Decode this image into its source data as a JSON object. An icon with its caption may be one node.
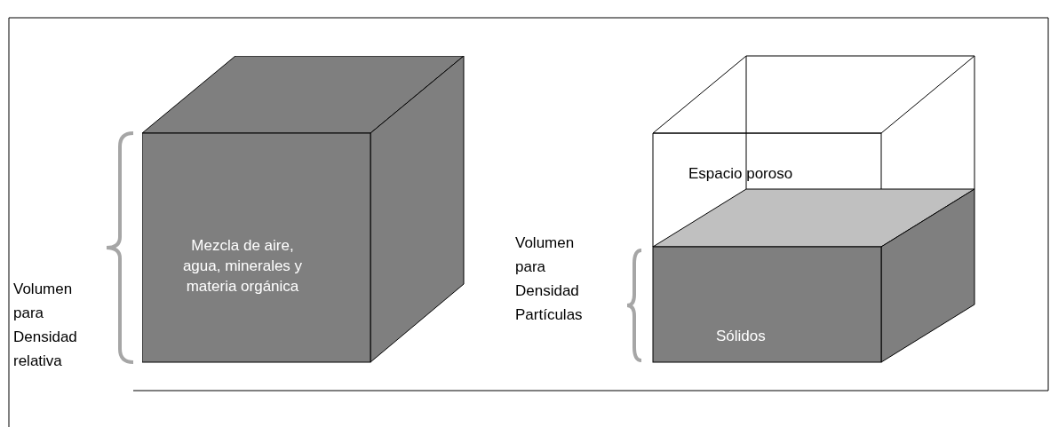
{
  "diagram": {
    "nodes": [
      {
        "text": [
          "Mezcla de aire, agua, minerales y materia orgánica"
        ]
      },
      {
        "text": [
          "Espacio poroso"
        ]
      },
      {
        "text": [
          "Sólidos"
        ]
      }
    ],
    "labels": [
      "Volumen para Densidad relativa",
      "Volumen para Densidad Partículas"
    ]
  }
}
